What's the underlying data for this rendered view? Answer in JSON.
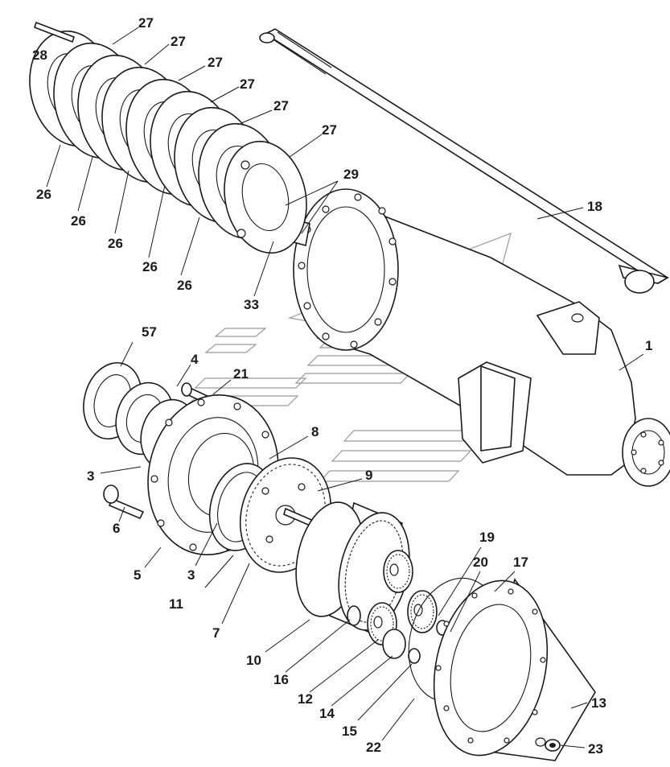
{
  "callouts": [
    {
      "id": "c27a",
      "text": "27"
    },
    {
      "id": "c27b",
      "text": "27"
    },
    {
      "id": "c27c",
      "text": "27"
    },
    {
      "id": "c27d",
      "text": "27"
    },
    {
      "id": "c27e",
      "text": "27"
    },
    {
      "id": "c27f",
      "text": "27"
    },
    {
      "id": "c28",
      "text": "28"
    },
    {
      "id": "c26a",
      "text": "26"
    },
    {
      "id": "c26b",
      "text": "26"
    },
    {
      "id": "c26c",
      "text": "26"
    },
    {
      "id": "c26d",
      "text": "26"
    },
    {
      "id": "c26e",
      "text": "26"
    },
    {
      "id": "c29",
      "text": "29"
    },
    {
      "id": "c33",
      "text": "33"
    },
    {
      "id": "c18",
      "text": "18"
    },
    {
      "id": "c1",
      "text": "1"
    },
    {
      "id": "c57",
      "text": "57"
    },
    {
      "id": "c4",
      "text": "4"
    },
    {
      "id": "c21",
      "text": "21"
    },
    {
      "id": "c8",
      "text": "8"
    },
    {
      "id": "c9",
      "text": "9"
    },
    {
      "id": "c3a",
      "text": "3"
    },
    {
      "id": "c6",
      "text": "6"
    },
    {
      "id": "c5",
      "text": "5"
    },
    {
      "id": "c3b",
      "text": "3"
    },
    {
      "id": "c11",
      "text": "11"
    },
    {
      "id": "c7",
      "text": "7"
    },
    {
      "id": "c19",
      "text": "19"
    },
    {
      "id": "c20",
      "text": "20"
    },
    {
      "id": "c17",
      "text": "17"
    },
    {
      "id": "c10",
      "text": "10"
    },
    {
      "id": "c16",
      "text": "16"
    },
    {
      "id": "c12",
      "text": "12"
    },
    {
      "id": "c14",
      "text": "14"
    },
    {
      "id": "c15",
      "text": "15"
    },
    {
      "id": "c22",
      "text": "22"
    },
    {
      "id": "c13",
      "text": "13"
    },
    {
      "id": "c23",
      "text": "23"
    }
  ]
}
